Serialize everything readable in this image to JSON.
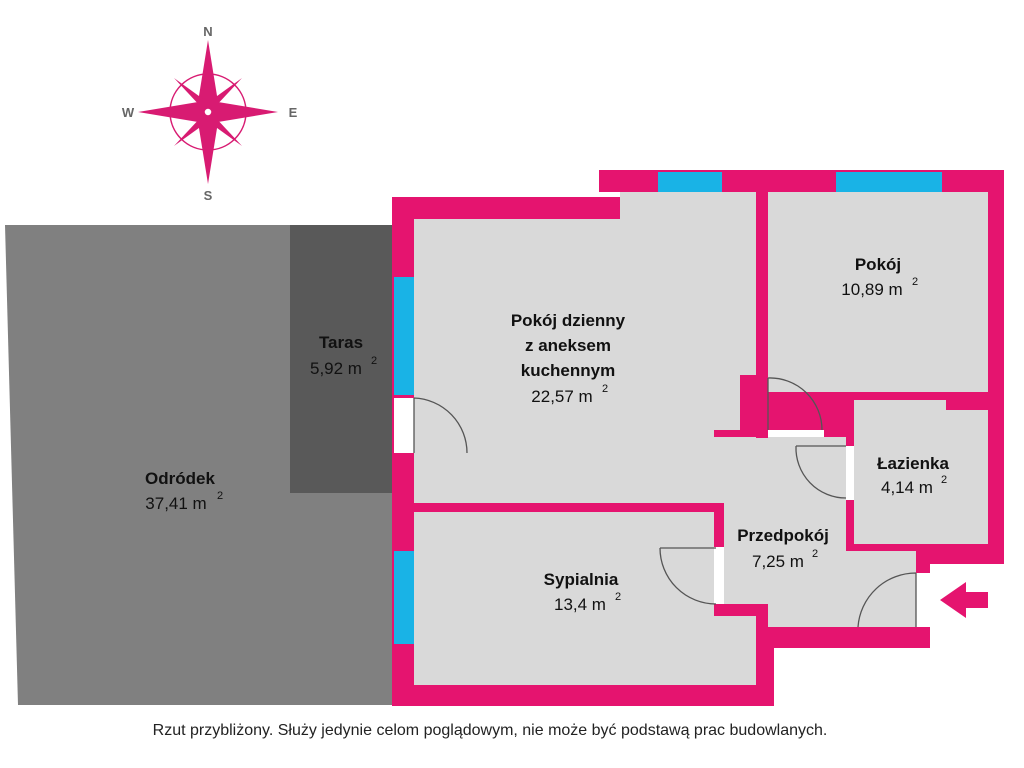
{
  "compass": {
    "n": "N",
    "e": "E",
    "s": "S",
    "w": "W"
  },
  "rooms": {
    "odrodek": {
      "name": "Odródek",
      "area": "37,41 m",
      "sup": "2"
    },
    "taras": {
      "name": "Taras",
      "area": "5,92 m",
      "sup": "2"
    },
    "dzienny": {
      "line1": "Pokój dzienny",
      "line2": "z aneksem",
      "line3": "kuchennym",
      "area": "22,57 m",
      "sup": "2"
    },
    "pokoj": {
      "name": "Pokój",
      "area": "10,89 m",
      "sup": "2"
    },
    "lazienka": {
      "name": "Łazienka",
      "area": "4,14 m",
      "sup": "2"
    },
    "przedpokoj": {
      "name": "Przedpokój",
      "area": "7,25 m",
      "sup": "2"
    },
    "sypialnia": {
      "name": "Sypialnia",
      "area": "13,4 m",
      "sup": "2"
    }
  },
  "caption": "Rzut przybliżony. Służy jedynie celom poglądowym, nie może być podstawą prac budowlanych.",
  "colors": {
    "wall": "#e5146f",
    "floor": "#d9d9d9",
    "garden": "#808080",
    "terrace": "#595959",
    "window": "#19b3e6",
    "compass": "#d81b72"
  }
}
